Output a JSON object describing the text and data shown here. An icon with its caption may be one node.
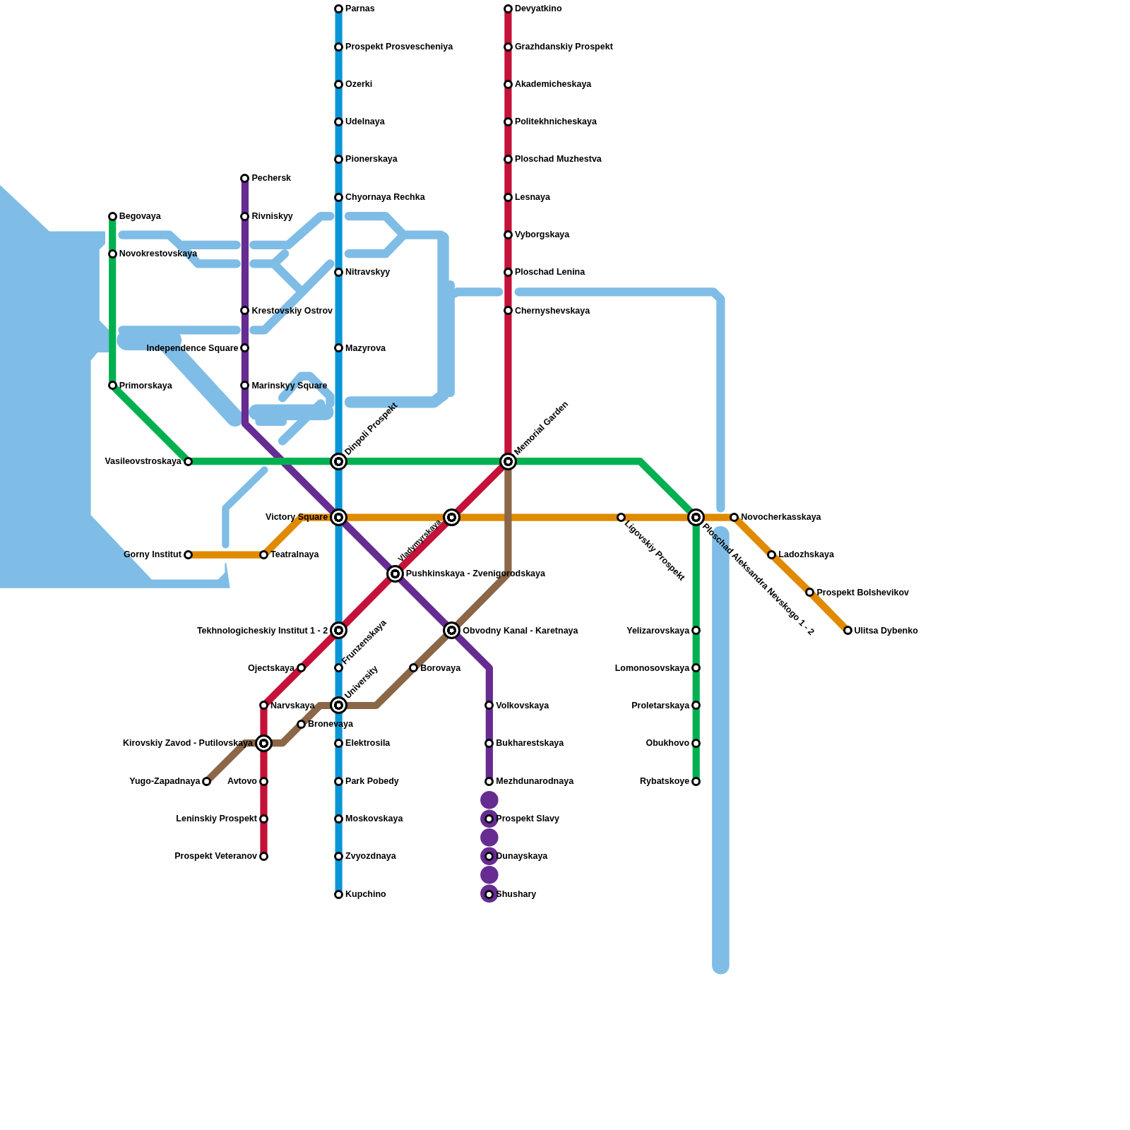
{
  "diagram": {
    "nodes": [
      {
        "text": [
          "Parnas"
        ]
      },
      {
        "text": [
          "Prospekt Prosvescheniya"
        ]
      },
      {
        "text": [
          "Ozerki"
        ]
      },
      {
        "text": [
          "Udelnaya"
        ]
      },
      {
        "text": [
          "Pionerskaya"
        ]
      },
      {
        "text": [
          "Chyornaya Rechka"
        ]
      },
      {
        "text": [
          "Nitravskyy"
        ]
      },
      {
        "text": [
          "Mazyrova"
        ]
      },
      {
        "text": [
          "Dinpoli Prospekt"
        ]
      },
      {
        "text": [
          "Victory Square"
        ]
      },
      {
        "text": [
          "Tekhnologicheskiy Institut 1 - 2"
        ]
      },
      {
        "text": [
          "Frunzenskaya"
        ]
      },
      {
        "text": [
          "University"
        ]
      },
      {
        "text": [
          "Elektrosila"
        ]
      },
      {
        "text": [
          "Park Pobedy"
        ]
      },
      {
        "text": [
          "Moskovskaya"
        ]
      },
      {
        "text": [
          "Zvyozdnaya"
        ]
      },
      {
        "text": [
          "Kupchino"
        ]
      },
      {
        "text": [
          "Devyatkino"
        ]
      },
      {
        "text": [
          "Grazhdanskiy Prospekt"
        ]
      },
      {
        "text": [
          "Akademicheskaya"
        ]
      },
      {
        "text": [
          "Politekhnicheskaya"
        ]
      },
      {
        "text": [
          "Ploschad Muzhestva"
        ]
      },
      {
        "text": [
          "Lesnaya"
        ]
      },
      {
        "text": [
          "Vyborgskaya"
        ]
      },
      {
        "text": [
          "Ploschad Lenina"
        ]
      },
      {
        "text": [
          "Chernyshevskaya"
        ]
      },
      {
        "text": [
          "Memorial Garden"
        ]
      },
      {
        "text": [
          "Vladymyrskaya"
        ]
      },
      {
        "text": [
          "Pushkinskaya - Zvenigorodskaya"
        ]
      },
      {
        "text": [
          "Ojectskaya"
        ]
      },
      {
        "text": [
          "Narvskaya"
        ]
      },
      {
        "text": [
          "Kirovskiy Zavod - Putilovskaya"
        ]
      },
      {
        "text": [
          "Avtovo"
        ]
      },
      {
        "text": [
          "Leninskiy Prospekt"
        ]
      },
      {
        "text": [
          "Prospekt Veteranov"
        ]
      },
      {
        "text": [
          "Pechersk"
        ]
      },
      {
        "text": [
          "Rivniskyy"
        ]
      },
      {
        "text": [
          "Krestovskiy Ostrov"
        ]
      },
      {
        "text": [
          "Independence Square"
        ]
      },
      {
        "text": [
          "Marinskyy Square"
        ]
      },
      {
        "text": [
          "Obvodny Kanal - Karetnaya"
        ]
      },
      {
        "text": [
          "Volkovskaya"
        ]
      },
      {
        "text": [
          "Bukharestskaya"
        ]
      },
      {
        "text": [
          "Mezhdunarodnaya"
        ]
      },
      {
        "text": [
          "Prospekt Slavy"
        ]
      },
      {
        "text": [
          "Dunayskaya"
        ]
      },
      {
        "text": [
          "Shushary"
        ]
      },
      {
        "text": [
          "Begovaya"
        ]
      },
      {
        "text": [
          "Novokrestovskaya"
        ]
      },
      {
        "text": [
          "Primorskaya"
        ]
      },
      {
        "text": [
          "Vasileovstroskaya"
        ]
      },
      {
        "text": [
          "Ploschad Aleksandra Nevskogo 1 - 2"
        ]
      },
      {
        "text": [
          "Yelizarovskaya"
        ]
      },
      {
        "text": [
          "Lomonosovskaya"
        ]
      },
      {
        "text": [
          "Proletarskaya"
        ]
      },
      {
        "text": [
          "Obukhovo"
        ]
      },
      {
        "text": [
          "Rybatskoye"
        ]
      },
      {
        "text": [
          "Gorny Institut"
        ]
      },
      {
        "text": [
          "Teatralnaya"
        ]
      },
      {
        "text": [
          "Ligovskiy Prospekt"
        ]
      },
      {
        "text": [
          "Novocherkasskaya"
        ]
      },
      {
        "text": [
          "Ladozhskaya"
        ]
      },
      {
        "text": [
          "Prospekt Bolshevikov"
        ]
      },
      {
        "text": [
          "Ulitsa Dybenko"
        ]
      },
      {
        "text": [
          "Yugo-Zapadnaya"
        ]
      },
      {
        "text": [
          "Bronevaya"
        ]
      },
      {
        "text": [
          "Borovaya"
        ]
      }
    ],
    "edges": [
      {
        "from": 0,
        "to": 1,
        "arrow": "none",
        "color": "#0a96d6"
      },
      {
        "from": 1,
        "to": 2,
        "arrow": "none",
        "color": "#0a96d6"
      },
      {
        "from": 2,
        "to": 3,
        "arrow": "none",
        "color": "#0a96d6"
      },
      {
        "from": 3,
        "to": 4,
        "arrow": "none",
        "color": "#0a96d6"
      },
      {
        "from": 4,
        "to": 5,
        "arrow": "none",
        "color": "#0a96d6"
      },
      {
        "from": 5,
        "to": 6,
        "arrow": "none",
        "color": "#0a96d6"
      },
      {
        "from": 6,
        "to": 7,
        "arrow": "none",
        "color": "#0a96d6"
      },
      {
        "from": 7,
        "to": 8,
        "arrow": "none",
        "color": "#0a96d6"
      },
      {
        "from": 8,
        "to": 9,
        "arrow": "none",
        "color": "#0a96d6"
      },
      {
        "from": 9,
        "to": 10,
        "arrow": "none",
        "color": "#0a96d6"
      },
      {
        "from": 10,
        "to": 11,
        "arrow": "none",
        "color": "#0a96d6"
      },
      {
        "from": 11,
        "to": 12,
        "arrow": "none",
        "color": "#0a96d6"
      },
      {
        "from": 12,
        "to": 13,
        "arrow": "none",
        "color": "#0a96d6"
      },
      {
        "from": 13,
        "to": 14,
        "arrow": "none",
        "color": "#0a96d6"
      },
      {
        "from": 14,
        "to": 15,
        "arrow": "none",
        "color": "#0a96d6"
      },
      {
        "from": 15,
        "to": 16,
        "arrow": "none",
        "color": "#0a96d6"
      },
      {
        "from": 16,
        "to": 17,
        "arrow": "none",
        "color": "#0a96d6"
      },
      {
        "from": 18,
        "to": 19,
        "arrow": "none",
        "color": "#c41238"
      },
      {
        "from": 19,
        "to": 20,
        "arrow": "none",
        "color": "#c41238"
      },
      {
        "from": 20,
        "to": 21,
        "arrow": "none",
        "color": "#c41238"
      },
      {
        "from": 21,
        "to": 22,
        "arrow": "none",
        "color": "#c41238"
      },
      {
        "from": 22,
        "to": 23,
        "arrow": "none",
        "color": "#c41238"
      },
      {
        "from": 23,
        "to": 24,
        "arrow": "none",
        "color": "#c41238"
      },
      {
        "from": 24,
        "to": 25,
        "arrow": "none",
        "color": "#c41238"
      },
      {
        "from": 25,
        "to": 26,
        "arrow": "none",
        "color": "#c41238"
      },
      {
        "from": 26,
        "to": 27,
        "arrow": "none",
        "color": "#c41238"
      },
      {
        "from": 27,
        "to": 28,
        "arrow": "none",
        "color": "#c41238"
      },
      {
        "from": 28,
        "to": 29,
        "arrow": "none",
        "color": "#c41238"
      },
      {
        "from": 29,
        "to": 10,
        "arrow": "none",
        "color": "#c41238"
      },
      {
        "from": 10,
        "to": 30,
        "arrow": "none",
        "color": "#c41238"
      },
      {
        "from": 30,
        "to": 31,
        "arrow": "none",
        "color": "#c41238"
      },
      {
        "from": 31,
        "to": 32,
        "arrow": "none",
        "color": "#c41238"
      },
      {
        "from": 32,
        "to": 33,
        "arrow": "none",
        "color": "#c41238"
      },
      {
        "from": 33,
        "to": 34,
        "arrow": "none",
        "color": "#c41238"
      },
      {
        "from": 34,
        "to": 35,
        "arrow": "none",
        "color": "#c41238"
      },
      {
        "from": 36,
        "to": 37,
        "arrow": "none",
        "color": "#662c91"
      },
      {
        "from": 37,
        "to": 38,
        "arrow": "none",
        "color": "#662c91"
      },
      {
        "from": 38,
        "to": 39,
        "arrow": "none",
        "color": "#662c91"
      },
      {
        "from": 39,
        "to": 40,
        "arrow": "none",
        "color": "#662c91"
      },
      {
        "from": 40,
        "to": 9,
        "arrow": "none",
        "color": "#662c91"
      },
      {
        "from": 9,
        "to": 29,
        "arrow": "none",
        "color": "#662c91"
      },
      {
        "from": 29,
        "to": 41,
        "arrow": "none",
        "color": "#662c91"
      },
      {
        "from": 41,
        "to": 42,
        "arrow": "none",
        "color": "#662c91"
      },
      {
        "from": 42,
        "to": 43,
        "arrow": "none",
        "color": "#662c91"
      },
      {
        "from": 43,
        "to": 44,
        "arrow": "none",
        "color": "#662c91"
      },
      {
        "from": 44,
        "to": 45,
        "arrow": "none",
        "color": "#662c91",
        "style": "dashed"
      },
      {
        "from": 45,
        "to": 46,
        "arrow": "none",
        "color": "#662c91",
        "style": "dashed"
      },
      {
        "from": 46,
        "to": 47,
        "arrow": "none",
        "color": "#662c91",
        "style": "dashed"
      },
      {
        "from": 48,
        "to": 49,
        "arrow": "none",
        "color": "#00b050"
      },
      {
        "from": 49,
        "to": 50,
        "arrow": "none",
        "color": "#00b050"
      },
      {
        "from": 50,
        "to": 51,
        "arrow": "none",
        "color": "#00b050"
      },
      {
        "from": 51,
        "to": 8,
        "arrow": "none",
        "color": "#00b050"
      },
      {
        "from": 8,
        "to": 27,
        "arrow": "none",
        "color": "#00b050"
      },
      {
        "from": 27,
        "to": 52,
        "arrow": "none",
        "color": "#00b050"
      },
      {
        "from": 52,
        "to": 53,
        "arrow": "none",
        "color": "#00b050"
      },
      {
        "from": 53,
        "to": 54,
        "arrow": "none",
        "color": "#00b050"
      },
      {
        "from": 54,
        "to": 55,
        "arrow": "none",
        "color": "#00b050"
      },
      {
        "from": 55,
        "to": 56,
        "arrow": "none",
        "color": "#00b050"
      },
      {
        "from": 56,
        "to": 57,
        "arrow": "none",
        "color": "#00b050"
      },
      {
        "from": 58,
        "to": 59,
        "arrow": "none",
        "color": "#e08a00"
      },
      {
        "from": 59,
        "to": 9,
        "arrow": "none",
        "color": "#e08a00"
      },
      {
        "from": 9,
        "to": 28,
        "arrow": "none",
        "color": "#e08a00"
      },
      {
        "from": 28,
        "to": 60,
        "arrow": "none",
        "color": "#e08a00"
      },
      {
        "from": 60,
        "to": 52,
        "arrow": "none",
        "color": "#e08a00"
      },
      {
        "from": 52,
        "to": 61,
        "arrow": "none",
        "color": "#e08a00"
      },
      {
        "from": 61,
        "to": 62,
        "arrow": "none",
        "color": "#e08a00"
      },
      {
        "from": 62,
        "to": 63,
        "arrow": "none",
        "color": "#e08a00"
      },
      {
        "from": 63,
        "to": 64,
        "arrow": "none",
        "color": "#e08a00"
      },
      {
        "from": 65,
        "to": 32,
        "arrow": "none",
        "color": "#8b6647"
      },
      {
        "from": 32,
        "to": 66,
        "arrow": "none",
        "color": "#8b6647"
      },
      {
        "from": 66,
        "to": 12,
        "arrow": "none",
        "color": "#8b6647"
      },
      {
        "from": 12,
        "to": 67,
        "arrow": "none",
        "color": "#8b6647"
      },
      {
        "from": 67,
        "to": 41,
        "arrow": "none",
        "color": "#8b6647"
      },
      {
        "from": 41,
        "to": 27,
        "arrow": "none",
        "color": "#8b6647"
      }
    ]
  }
}
